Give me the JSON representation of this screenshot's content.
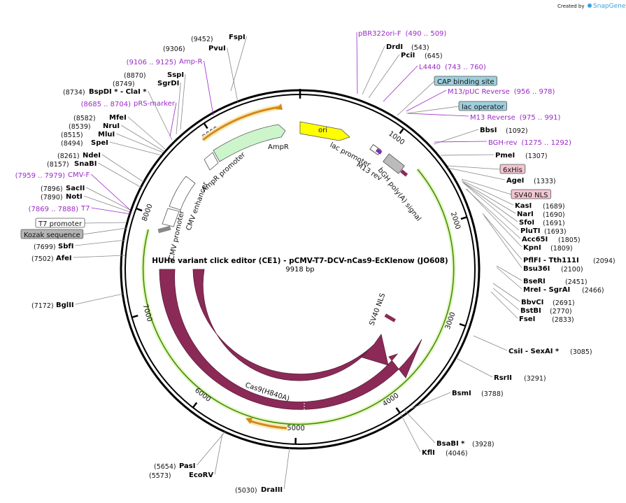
{
  "brand": {
    "created_by": "Created by",
    "name": "SnapGene"
  },
  "plasmid": {
    "title": "HUHe variant click editor (CE1) - pCMV-T7-DCV-nCas9-EcKlenow (JO608)",
    "size_label": "9918 bp"
  },
  "ticks": [
    "1000",
    "2000",
    "3000",
    "4000",
    "5000",
    "6000",
    "7000",
    "8000",
    "9000"
  ],
  "sites": [
    {
      "name": "FspI",
      "pos": "(9452)"
    },
    {
      "name": "PvuI",
      "pos": "(9306)"
    },
    {
      "name": "SspI",
      "pos": "(8870)"
    },
    {
      "name": "SgrDI",
      "pos": "(8749)"
    },
    {
      "name": "BspDI * - ClaI *",
      "pos": "(8734)"
    },
    {
      "name": "MfeI",
      "pos": "(8582)"
    },
    {
      "name": "NruI",
      "pos": "(8539)"
    },
    {
      "name": "MluI",
      "pos": "(8515)"
    },
    {
      "name": "SpeI",
      "pos": "(8494)"
    },
    {
      "name": "NdeI",
      "pos": "(8261)"
    },
    {
      "name": "SnaBI",
      "pos": "(8157)"
    },
    {
      "name": "SacII",
      "pos": "(7896)"
    },
    {
      "name": "NotI",
      "pos": "(7890)"
    },
    {
      "name": "SbfI",
      "pos": "(7699)"
    },
    {
      "name": "AfeI",
      "pos": "(7502)"
    },
    {
      "name": "BglII",
      "pos": "(7172)"
    },
    {
      "name": "PasI",
      "pos": "(5654)"
    },
    {
      "name": "EcoRV",
      "pos": "(5573)"
    },
    {
      "name": "DraIII",
      "pos": "(5030)"
    },
    {
      "name": "DrdI",
      "pos": "(543)"
    },
    {
      "name": "PciI",
      "pos": "(645)"
    },
    {
      "name": "BbsI",
      "pos": "(1092)"
    },
    {
      "name": "PmeI",
      "pos": "(1307)"
    },
    {
      "name": "AgeI",
      "pos": "(1333)"
    },
    {
      "name": "KasI",
      "pos": "(1689)"
    },
    {
      "name": "NarI",
      "pos": "(1690)"
    },
    {
      "name": "SfoI",
      "pos": "(1691)"
    },
    {
      "name": "PluTI",
      "pos": "(1693)"
    },
    {
      "name": "Acc65I",
      "pos": "(1805)"
    },
    {
      "name": "KpnI",
      "pos": "(1809)"
    },
    {
      "name": "PflFI - Tth111I",
      "pos": "(2094)"
    },
    {
      "name": "Bsu36I",
      "pos": "(2100)"
    },
    {
      "name": "BseRI",
      "pos": "(2451)"
    },
    {
      "name": "MreI - SgrAI",
      "pos": "(2466)"
    },
    {
      "name": "BbvCI",
      "pos": "(2691)"
    },
    {
      "name": "BstBI",
      "pos": "(2770)"
    },
    {
      "name": "FseI",
      "pos": "(2833)"
    },
    {
      "name": "CsiI - SexAI *",
      "pos": "(3085)"
    },
    {
      "name": "RsrII",
      "pos": "(3291)"
    },
    {
      "name": "BsmI",
      "pos": "(3788)"
    },
    {
      "name": "BsaBI *",
      "pos": "(3928)"
    },
    {
      "name": "KflI",
      "pos": "(4046)"
    }
  ],
  "primers": [
    {
      "name": "Amp-R",
      "range": "(9106 .. 9125)"
    },
    {
      "name": "pRS-marker",
      "range": "(8685 .. 8704)"
    },
    {
      "name": "CMV-F",
      "range": "(7959 .. 7979)"
    },
    {
      "name": "T7",
      "range": "(7869 .. 7888)"
    },
    {
      "name": "pBR322ori-F",
      "range": "(490 .. 509)"
    },
    {
      "name": "L4440",
      "range": "(743 .. 760)"
    },
    {
      "name": "M13/pUC Reverse",
      "range": "(956 .. 978)"
    },
    {
      "name": "M13 Reverse",
      "range": "(975 .. 991)"
    },
    {
      "name": "BGH-rev",
      "range": "(1275 .. 1292)"
    }
  ],
  "feature_boxes": [
    {
      "name": "T7 promoter",
      "color": "#ffffff"
    },
    {
      "name": "Kozak sequence",
      "color": "#b4b4b4"
    },
    {
      "name": "CAP binding site",
      "color": "#9ecfdc"
    },
    {
      "name": "lac operator",
      "color": "#9ecfdc"
    },
    {
      "name": "6xHis",
      "color": "#f2c6d0"
    },
    {
      "name": "SV40 NLS",
      "color": "#f2c6d0"
    }
  ],
  "features": {
    "ori": "ori",
    "ampr": "AmpR",
    "ampr_promoter": "AmpR promoter",
    "cmv_enhancer": "CMV enhancer",
    "cmv_promoter": "CMV promoter",
    "lac_promoter": "lac promoter",
    "m13_rev": "M13 rev",
    "bgh": "bGH poly(A) signal",
    "sv40nls": "SV40 NLS",
    "cas9": "Cas9",
    "cas9h840a": "Cas9(H840A)"
  },
  "colors": {
    "ori": "#ffff00",
    "ampr": "#ccf5cc",
    "cas9": "#8b2a57",
    "orf": "#f0a030",
    "orf_glow": "#e8f6c4",
    "primer": "#9b28c9",
    "backbone": "#000000"
  }
}
